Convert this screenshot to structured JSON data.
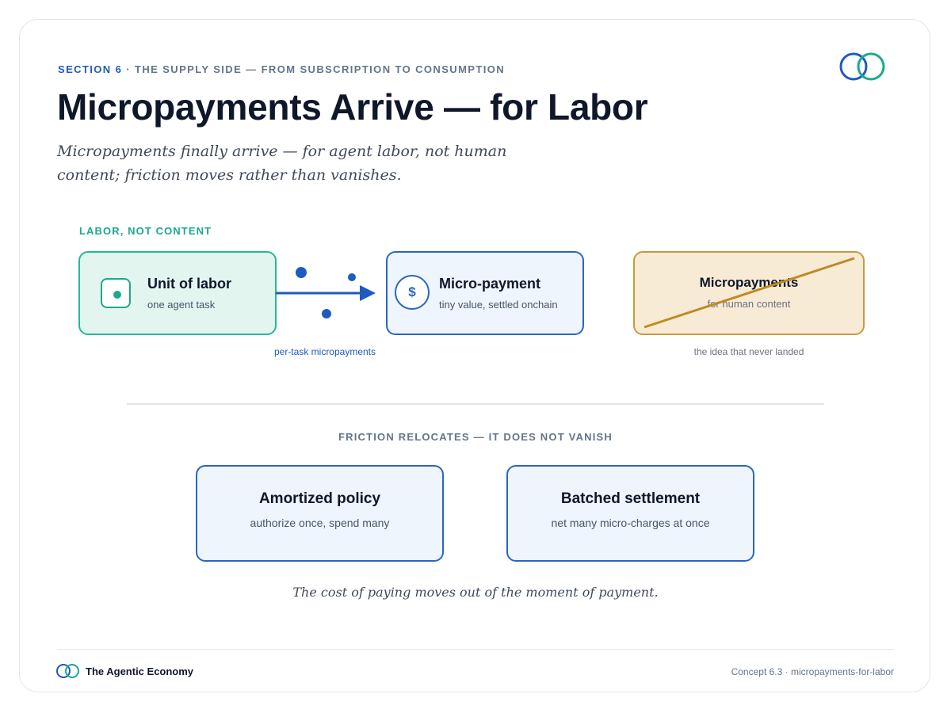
{
  "header": {
    "section": "SECTION 6",
    "separator": " · ",
    "eyebrow": "THE SUPPLY SIDE — FROM SUBSCRIPTION TO CONSUMPTION",
    "title": "Micropayments Arrive — for Labor",
    "subtitle": "Micropayments finally arrive — for agent labor, not human content; friction moves rather than vanishes."
  },
  "labor_section": {
    "label": "LABOR, NOT CONTENT",
    "labor_box": {
      "title": "Unit of labor",
      "subtitle": "one agent task"
    },
    "flow_caption": "per-task micropayments",
    "payment_box": {
      "icon": "$",
      "title": "Micro-payment",
      "subtitle": "tiny value, settled onchain"
    },
    "human_box": {
      "title": "Micropayments",
      "subtitle": "for human content",
      "caption": "the idea that never landed"
    }
  },
  "friction_section": {
    "label": "FRICTION RELOCATES — IT DOES NOT VANISH",
    "boxes": [
      {
        "title": "Amortized policy",
        "subtitle": "authorize once, spend many"
      },
      {
        "title": "Batched settlement",
        "subtitle": "net many micro-charges at once"
      }
    ],
    "conclusion": "The cost of paying moves out of the moment of payment."
  },
  "footer": {
    "brand": "The Agentic Economy",
    "ref": "Concept 6.3 · micropayments-for-labor"
  },
  "colors": {
    "teal": "#1aaa8c",
    "blue": "#1d5bbf",
    "gold": "#c08a22",
    "text": "#0f172a"
  },
  "icons": [
    "interlocking-rings-logo",
    "task-icon",
    "dollar-icon",
    "arrow-icon"
  ]
}
